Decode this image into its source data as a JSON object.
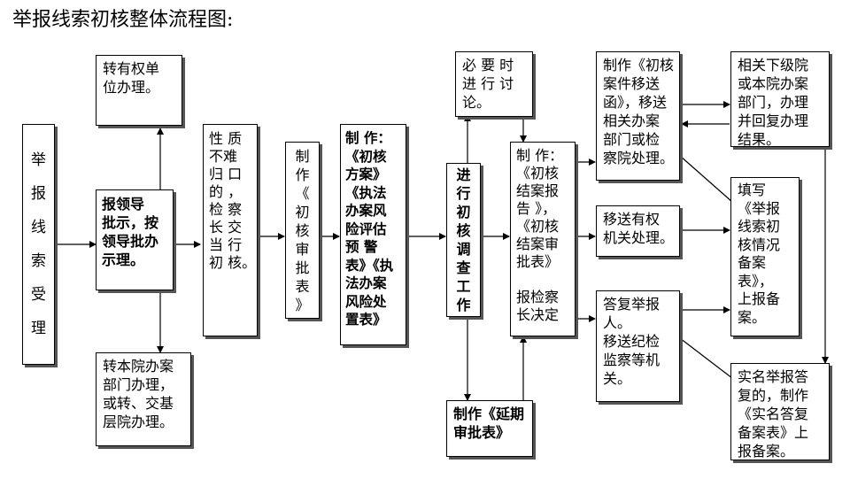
{
  "title": "举报线索初核整体流程图:",
  "boxes": {
    "accept": {
      "chars": [
        "举",
        "报",
        "线",
        "索",
        "受",
        "理"
      ]
    },
    "transfer_right": {
      "lines": [
        "转有权单",
        "位办理。"
      ]
    },
    "leader": {
      "lines": [
        "报领导",
        "批示，按",
        "领导批办",
        "示理。"
      ]
    },
    "transfer_local": {
      "lines": [
        "转本院办案",
        "部门办理，",
        "或转、交基",
        "层院办理。"
      ]
    },
    "nature": {
      "cols": [
        [
          "性",
          "不",
          "归",
          "的",
          "检",
          "长",
          "当",
          "核",
          "。"
        ],
        [
          "质",
          "难",
          "口",
          "，",
          "察",
          "交",
          "行",
          "初",
          "。"
        ]
      ],
      "lines": [
        "性 质",
        "不难",
        "归 口",
        "的 ，",
        "检 察",
        "长 交",
        "当 行",
        "初 核。"
      ]
    },
    "approval_form": {
      "lines": [
        "制",
        "作",
        "《",
        "初",
        "核",
        "审",
        "批",
        "表",
        "》"
      ]
    },
    "plan": {
      "lines": [
        "制 作：",
        "《初核",
        "方案》",
        "《执法",
        "办案风",
        "险评估",
        "预 警",
        "表》《执",
        "法办案",
        "风险处",
        "置表》"
      ]
    },
    "investigate": {
      "chars": [
        "进",
        "行",
        "初",
        "核",
        "调",
        "查",
        "工",
        "作"
      ]
    },
    "discuss": {
      "lines": [
        "必 要 时",
        "进 行 讨",
        "论。"
      ]
    },
    "extend": {
      "lines": [
        "制作《延期",
        "审批表》"
      ]
    },
    "report": {
      "lines": [
        "制 作：",
        "《初核",
        "结案报",
        "告 》，",
        "《初核",
        "结案审",
        "批表》",
        "",
        "报检察",
        "长决定"
      ]
    },
    "send_case": {
      "lines": [
        "制作《初核",
        "案件移送",
        "函》，移送",
        "相关办案",
        "部门或检",
        "察院处理。"
      ]
    },
    "send_authority": {
      "lines": [
        "移送有权",
        "机关处理。"
      ]
    },
    "reply": {
      "lines": [
        "答复举报",
        "人。",
        "移送纪检",
        "监察等机",
        "关。"
      ]
    },
    "lower_court": {
      "lines": [
        "相关下级院",
        "或本院办案",
        "部门，办理",
        "并回复办理",
        "结果。"
      ]
    },
    "record_form": {
      "lines": [
        "填写",
        "《举报",
        "线索初",
        "核情况",
        "备案",
        "表》，",
        "上报备",
        "案。"
      ]
    },
    "realname": {
      "lines": [
        "实名举报答",
        "复的，制作",
        "《实名答复",
        "备案表》上",
        "报备案。"
      ]
    }
  }
}
